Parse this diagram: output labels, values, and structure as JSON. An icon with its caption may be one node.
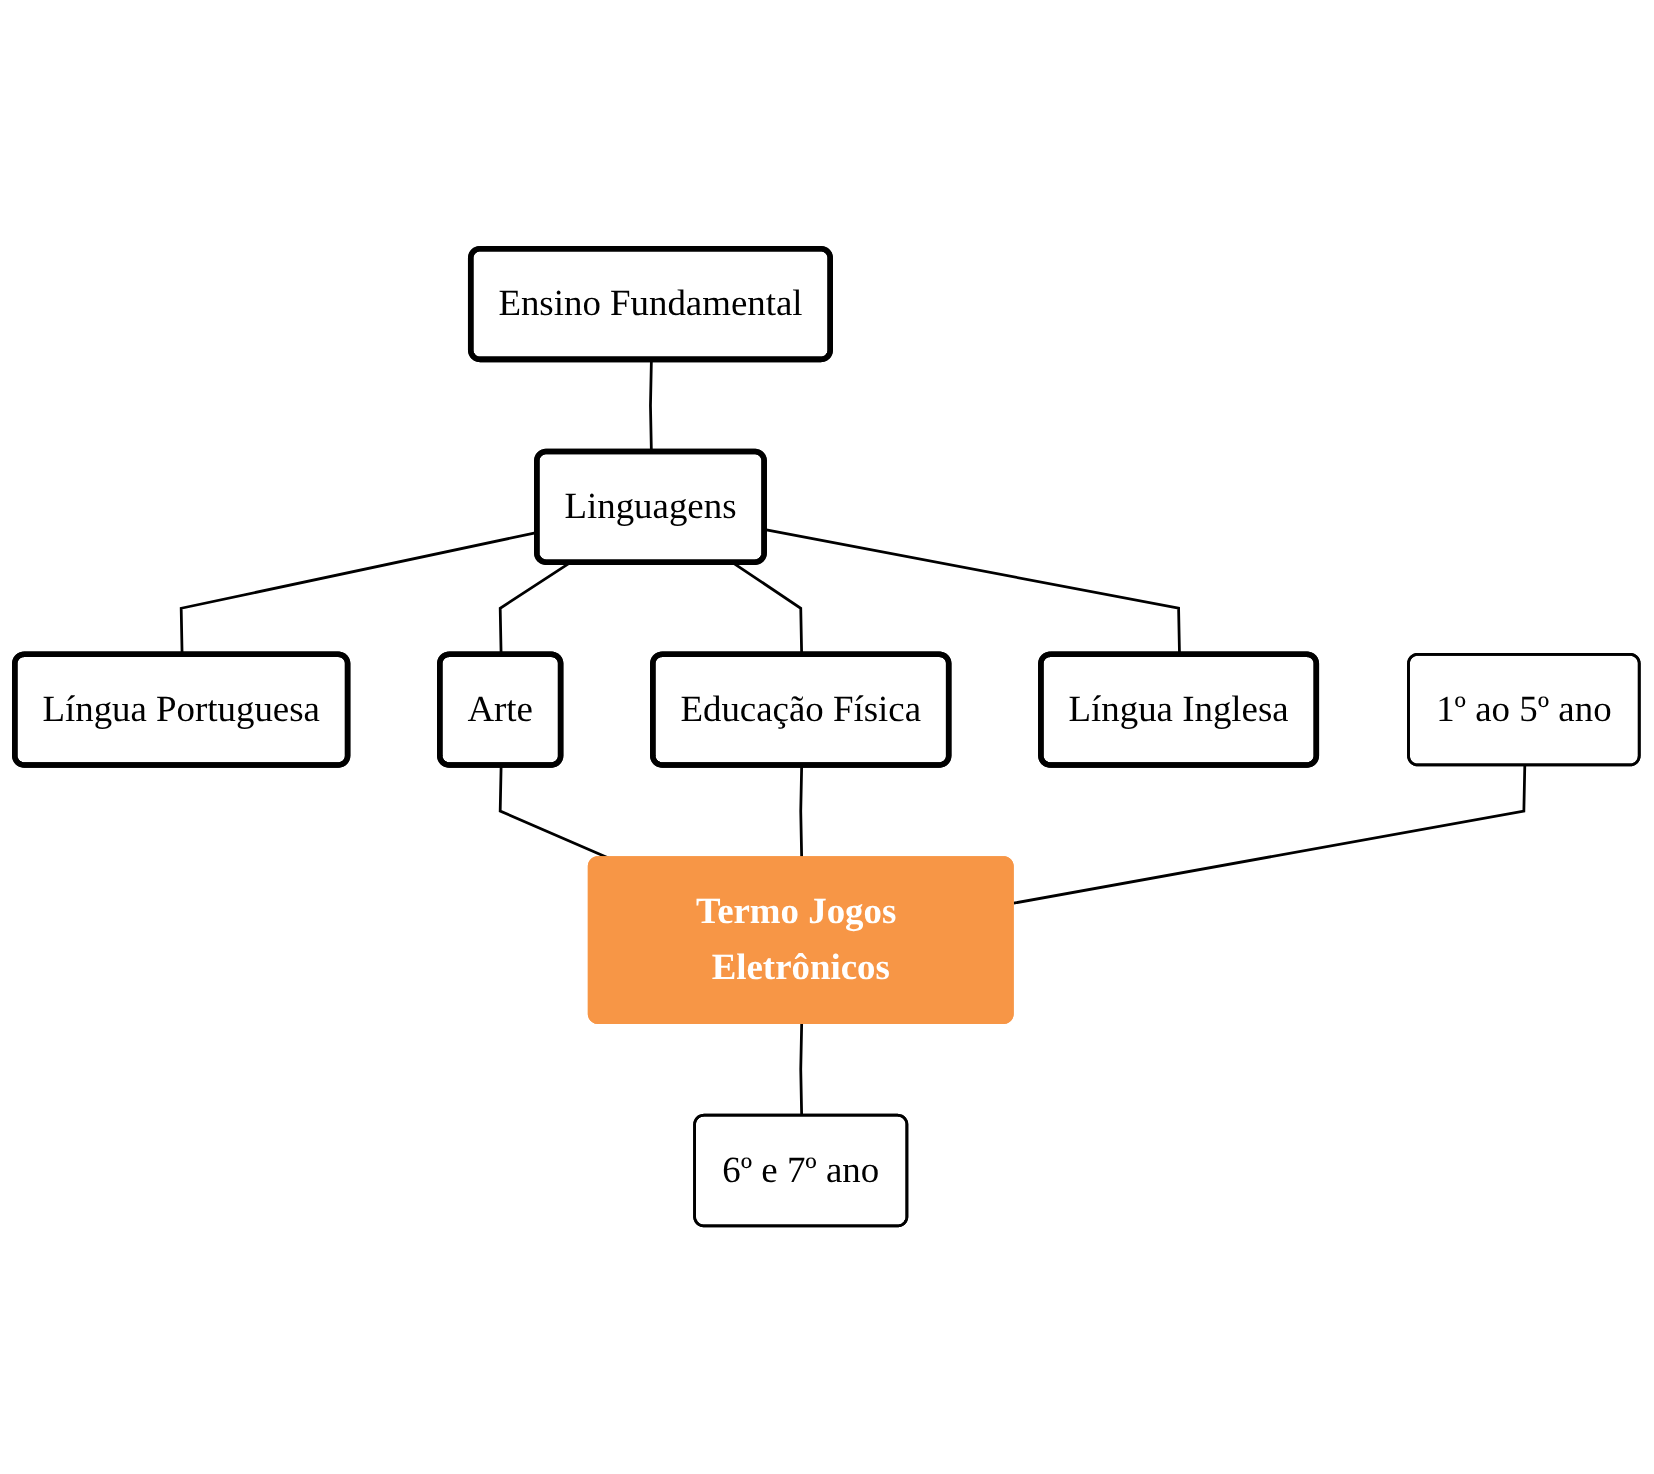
{
  "diagram": {
    "nodes": [
      {
        "text": [
          "Ensino Fundamental"
        ]
      },
      {
        "text": [
          "Linguagens"
        ]
      },
      {
        "text": [
          "Língua Portuguesa"
        ]
      },
      {
        "text": [
          "Arte"
        ]
      },
      {
        "text": [
          "Educação Física"
        ]
      },
      {
        "text": [
          "Língua Inglesa"
        ]
      },
      {
        "text": [
          "Termo Jogos Eletrônicos"
        ]
      },
      {
        "text": [
          "1º ao 5º ano"
        ]
      },
      {
        "text": [
          "6º e 7º ano"
        ]
      }
    ],
    "edges": [
      {
        "from": 0,
        "to": 1,
        "arrow": "none"
      },
      {
        "from": 1,
        "to": 2,
        "arrow": "none"
      },
      {
        "from": 1,
        "to": 3,
        "arrow": "none"
      },
      {
        "from": 1,
        "to": 4,
        "arrow": "none"
      },
      {
        "from": 1,
        "to": 5,
        "arrow": "none"
      },
      {
        "from": 3,
        "to": 6,
        "arrow": "none"
      },
      {
        "from": 4,
        "to": 6,
        "arrow": "none"
      },
      {
        "from": 7,
        "to": 6,
        "arrow": "none"
      },
      {
        "from": 6,
        "to": 8,
        "arrow": "none"
      }
    ]
  }
}
